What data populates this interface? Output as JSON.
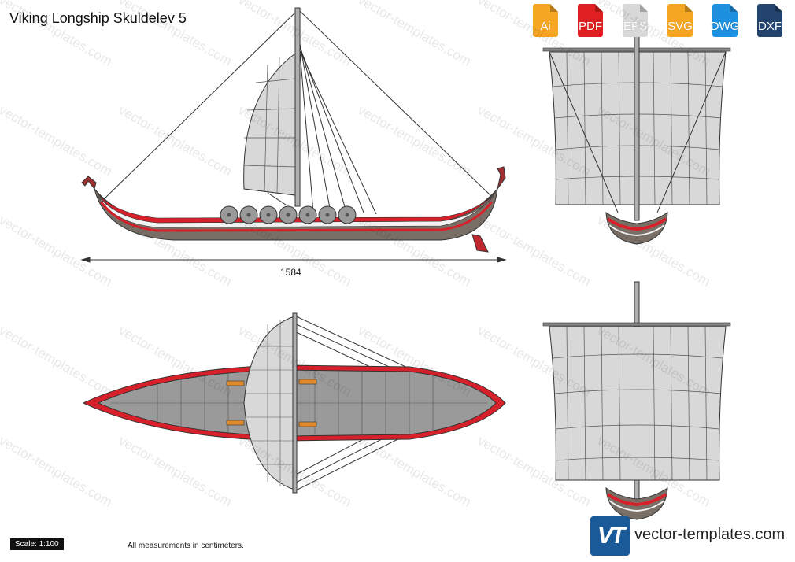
{
  "title": "Viking Longship Skuldelev 5",
  "dimension_label": "1584",
  "scale_label": "Scale: 1:100",
  "measurement_note": "All measurements in centimeters.",
  "brand_text": "vector-templates.com",
  "brand_logo_text": "VT",
  "watermark_text": "vector-templates.com",
  "formats": [
    {
      "label": "Ai",
      "color": "#f5a623"
    },
    {
      "label": "PDF",
      "color": "#e02020"
    },
    {
      "label": "EPS",
      "color": "#d8d8d8"
    },
    {
      "label": "SVG",
      "color": "#f5a623"
    },
    {
      "label": "DWG",
      "color": "#1e90e0"
    },
    {
      "label": "DXF",
      "color": "#23446f"
    }
  ],
  "colors": {
    "hull": "#7a6f66",
    "stripe_red": "#d8202a",
    "stripe_white": "#f4f4f4",
    "sail": "#d6d6d6",
    "deck": "#9a9a9a",
    "rigging": "#333333"
  }
}
